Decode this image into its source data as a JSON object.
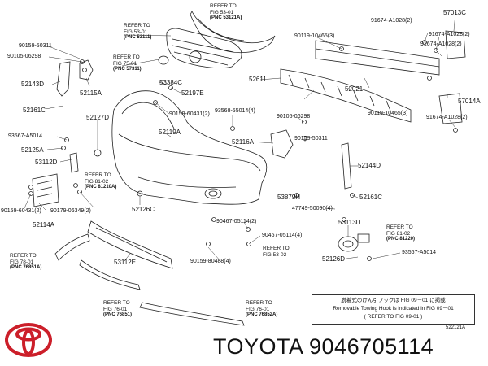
{
  "brand_text": "TOYOTA 9046705114",
  "figure_id": "522121A",
  "note": {
    "line1": "脱着式のけん引フックは FIG 09－01 に掲載",
    "line2": "Removable Towing Hook is indicated in FIG 09－01",
    "line3": "( REFER TO FIG 09-01 )"
  },
  "labels": {
    "p90159_50311_a": "90159-50311",
    "p90105_06298_a": "90105-06298",
    "p52143D": "52143D",
    "p52115A": "52115A",
    "p52161C": "52161C",
    "p93567_A5014_a": "93567-A5014",
    "p52125A": "52125A",
    "p53112D": "53112D",
    "p52127D": "52127D",
    "p90159_60431_a": "90159-60431(2)",
    "p90179_06349": "90179-06349(2)",
    "p52114A": "52114A",
    "p53384C": "53384C",
    "p52197E": "52197E",
    "p90159_60431_b": "90159-60431(2)",
    "p52119A": "52119A",
    "p52126C": "52126C",
    "p93568_55014": "93568-55014(4)",
    "p52116A": "52116A",
    "p52611": "52611",
    "p90119_10465_a": "90119-10465(3)",
    "p90119_10465_b": "90119-10465(3)",
    "p52021": "52021",
    "p91674_A1028_a": "91674-A1028(2)",
    "p91674_A1028_b": "91674-A1028(2)",
    "p91674_A1028_c": "91674-A1028(2)",
    "p91674_A1028_d": "91674-A1028(2)",
    "p57013C": "57013C",
    "p57014A": "57014A",
    "p90105_06298_b": "90105-06298",
    "p90159_50311_b": "90159-50311",
    "p52144D": "52144D",
    "p53879H": "53879H",
    "p47749_50090": "47749-50090(4)",
    "p52161C_b": "52161C",
    "p90467_05114_a": "90467-05114(2)",
    "p90467_05114_b": "90467-05114(4)",
    "p53113D": "53113D",
    "p52126D": "52126D",
    "p93567_A5014_b": "93567-A5014",
    "p53112E": "53112E",
    "p90159_80488": "90159-80488(4)"
  },
  "refs": [
    {
      "line1": "REFER TO",
      "line2": "FIG 53-01",
      "pnc": "(PNC 53121A)"
    },
    {
      "line1": "REFER TO",
      "line2": "FIG 53-01",
      "pnc": "(PNC 53111)"
    },
    {
      "line1": "REFER TO",
      "line2": "FIG 75-01",
      "pnc": "(PNC 57311)"
    },
    {
      "line1": "REFER TO",
      "line2": "FIG 81-02",
      "pnc": "(PNC 81210A)"
    },
    {
      "line1": "REFER TO",
      "line2": "FIG 53-02",
      "pnc": ""
    },
    {
      "line1": "REFER TO",
      "line2": "FIG 81-02",
      "pnc": "(PNC 81220)"
    },
    {
      "line1": "REFER TO",
      "line2": "FIG 78-01",
      "pnc": "(PNC 76851A)"
    },
    {
      "line1": "REFER TO",
      "line2": "FIG 76-01",
      "pnc": "(PNC 76851)"
    },
    {
      "line1": "REFER TO",
      "line2": "FIG 76-01",
      "pnc": "(PNC 76852A)"
    }
  ],
  "colors": {
    "line": "#222222",
    "logo_red": "#cc1f2a"
  }
}
